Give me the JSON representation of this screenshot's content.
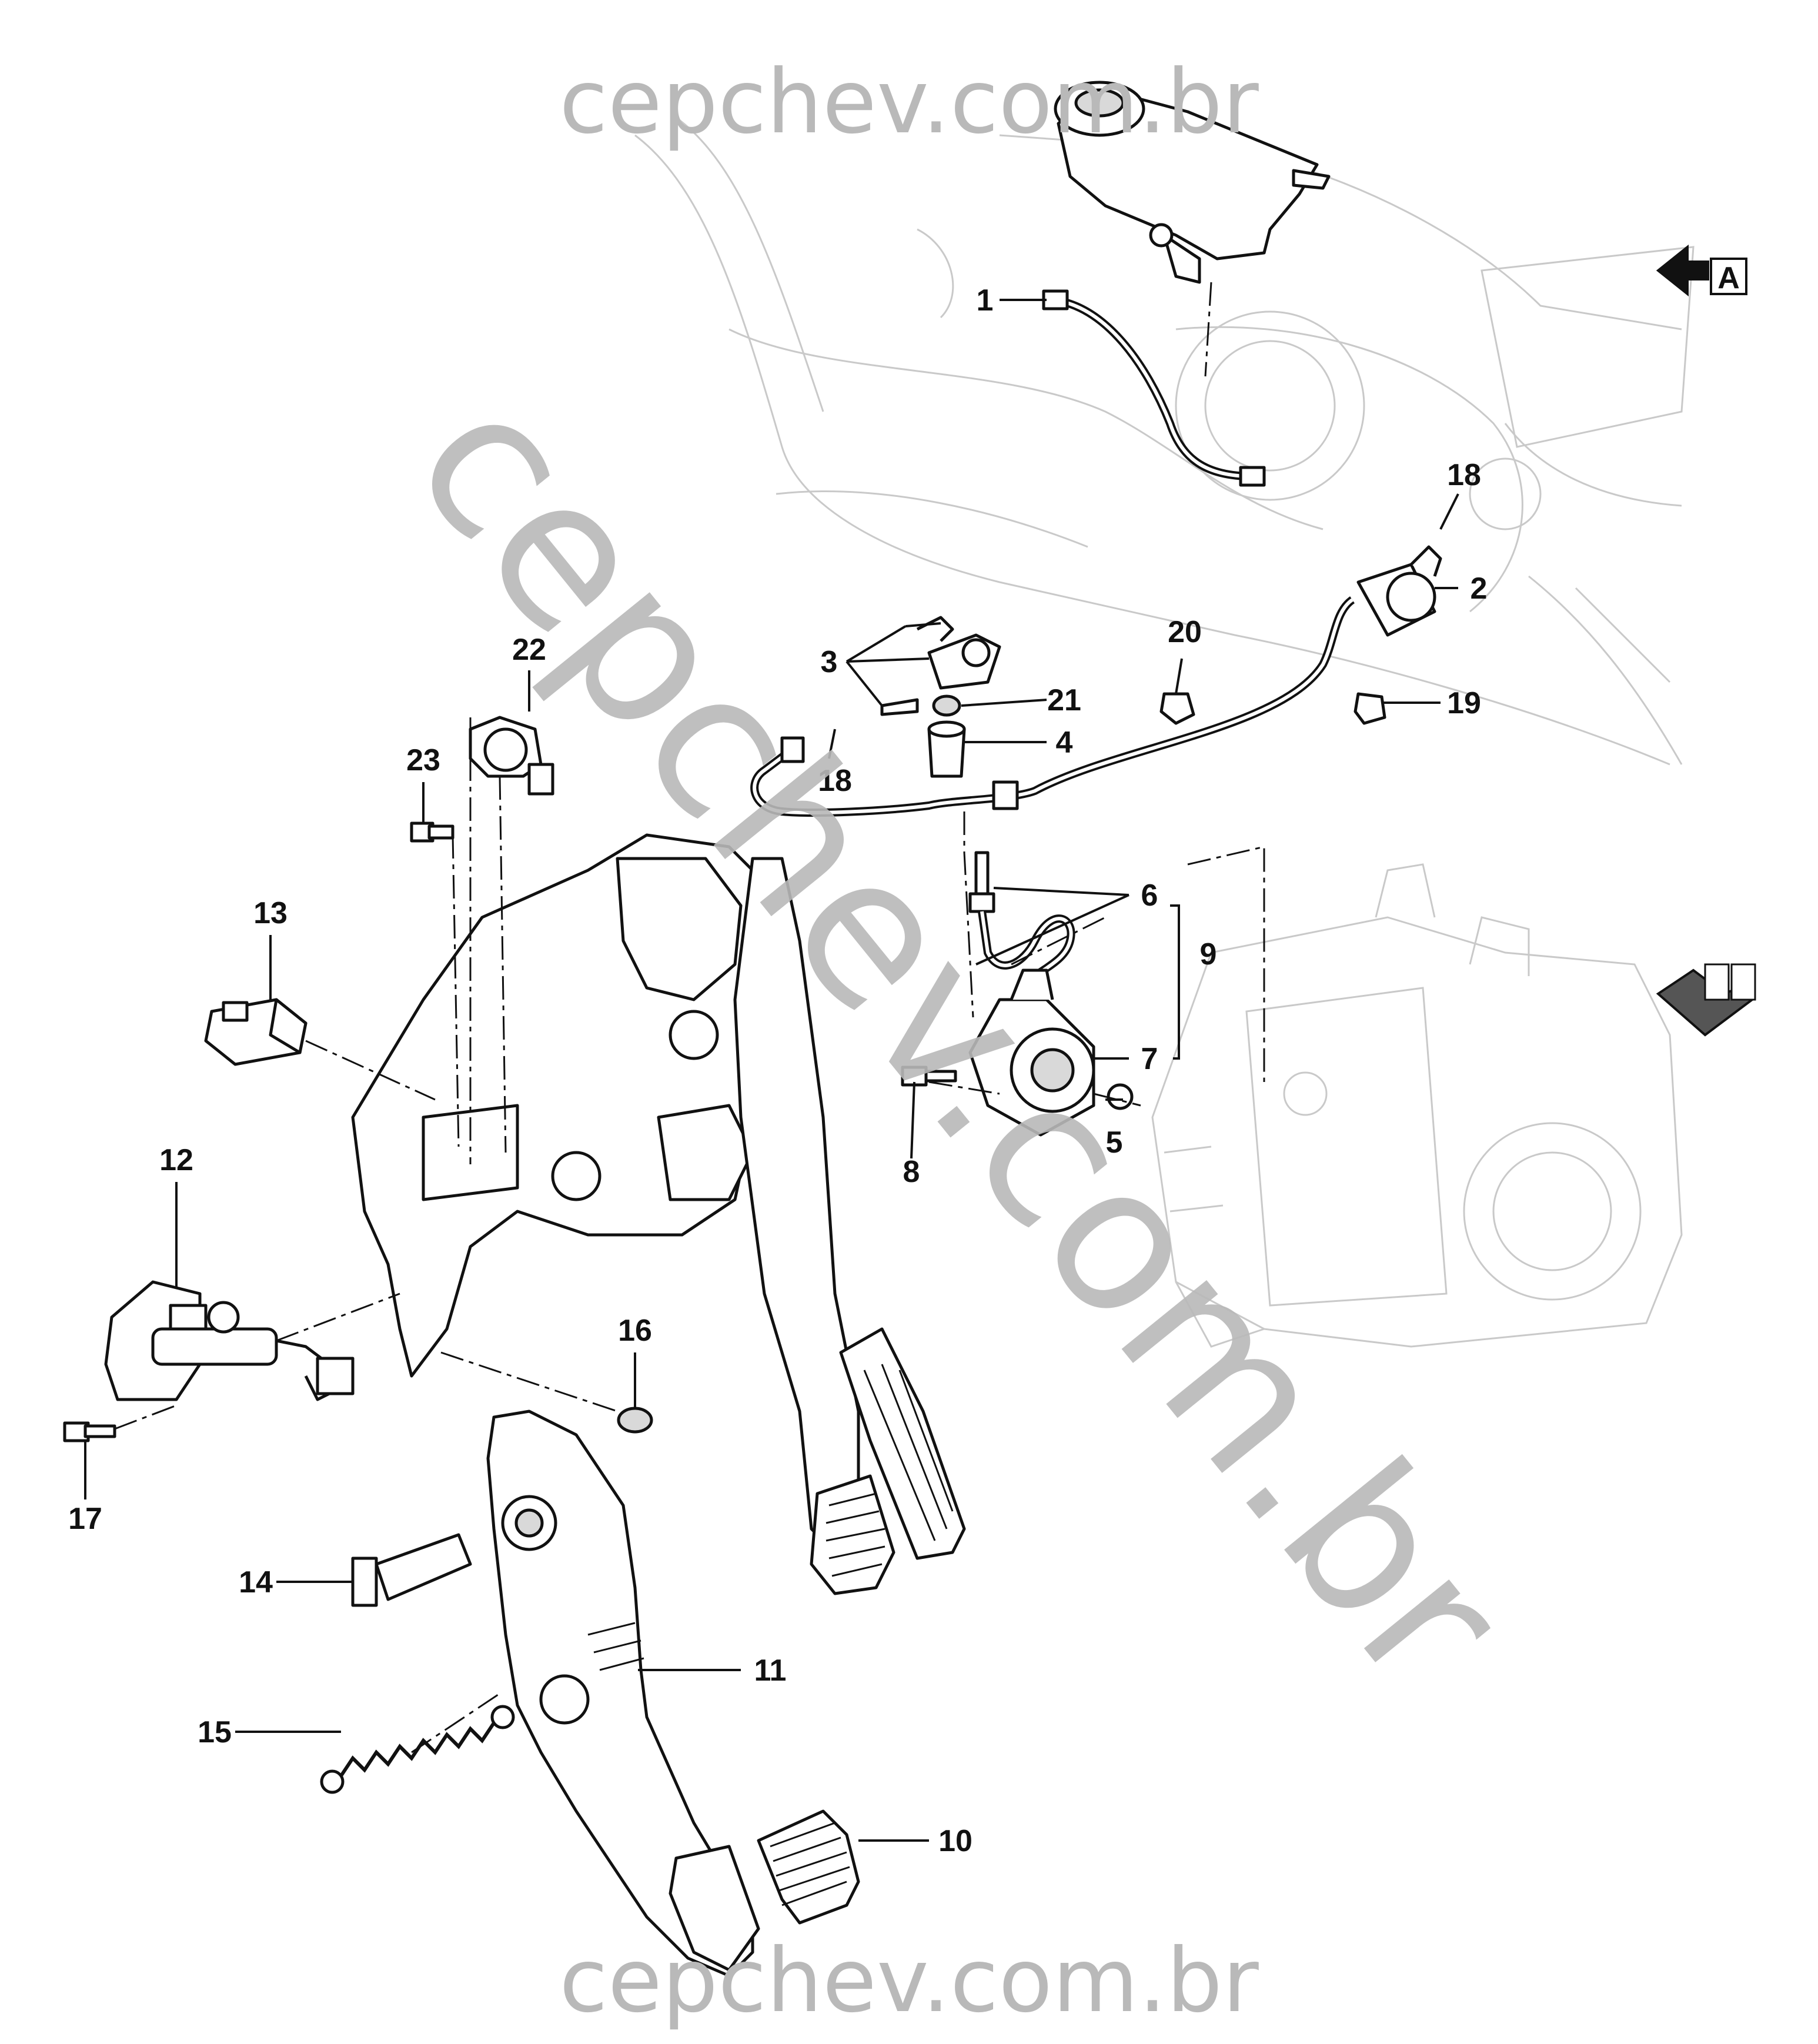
{
  "watermarks": {
    "top": "cepchev.com.br",
    "bottom": "cepchev.com.br",
    "diagonal": "cepchev.com.br"
  },
  "view_markers": {
    "a_label": "A"
  },
  "callouts": [
    {
      "label": "1"
    },
    {
      "label": "2"
    },
    {
      "label": "3"
    },
    {
      "label": "4"
    },
    {
      "label": "5"
    },
    {
      "label": "6"
    },
    {
      "label": "7"
    },
    {
      "label": "8"
    },
    {
      "label": "9"
    },
    {
      "label": "10"
    },
    {
      "label": "11"
    },
    {
      "label": "12"
    },
    {
      "label": "13"
    },
    {
      "label": "14"
    },
    {
      "label": "15"
    },
    {
      "label": "16"
    },
    {
      "label": "17"
    },
    {
      "label": "18"
    },
    {
      "label": "18"
    },
    {
      "label": "19"
    },
    {
      "label": "20"
    },
    {
      "label": "21"
    },
    {
      "label": "22"
    },
    {
      "label": "23"
    }
  ],
  "colors": {
    "line": "#111111",
    "watermark": "#b9b9b9",
    "ghost_outline": "#c9c9c9",
    "background": "#ffffff"
  }
}
